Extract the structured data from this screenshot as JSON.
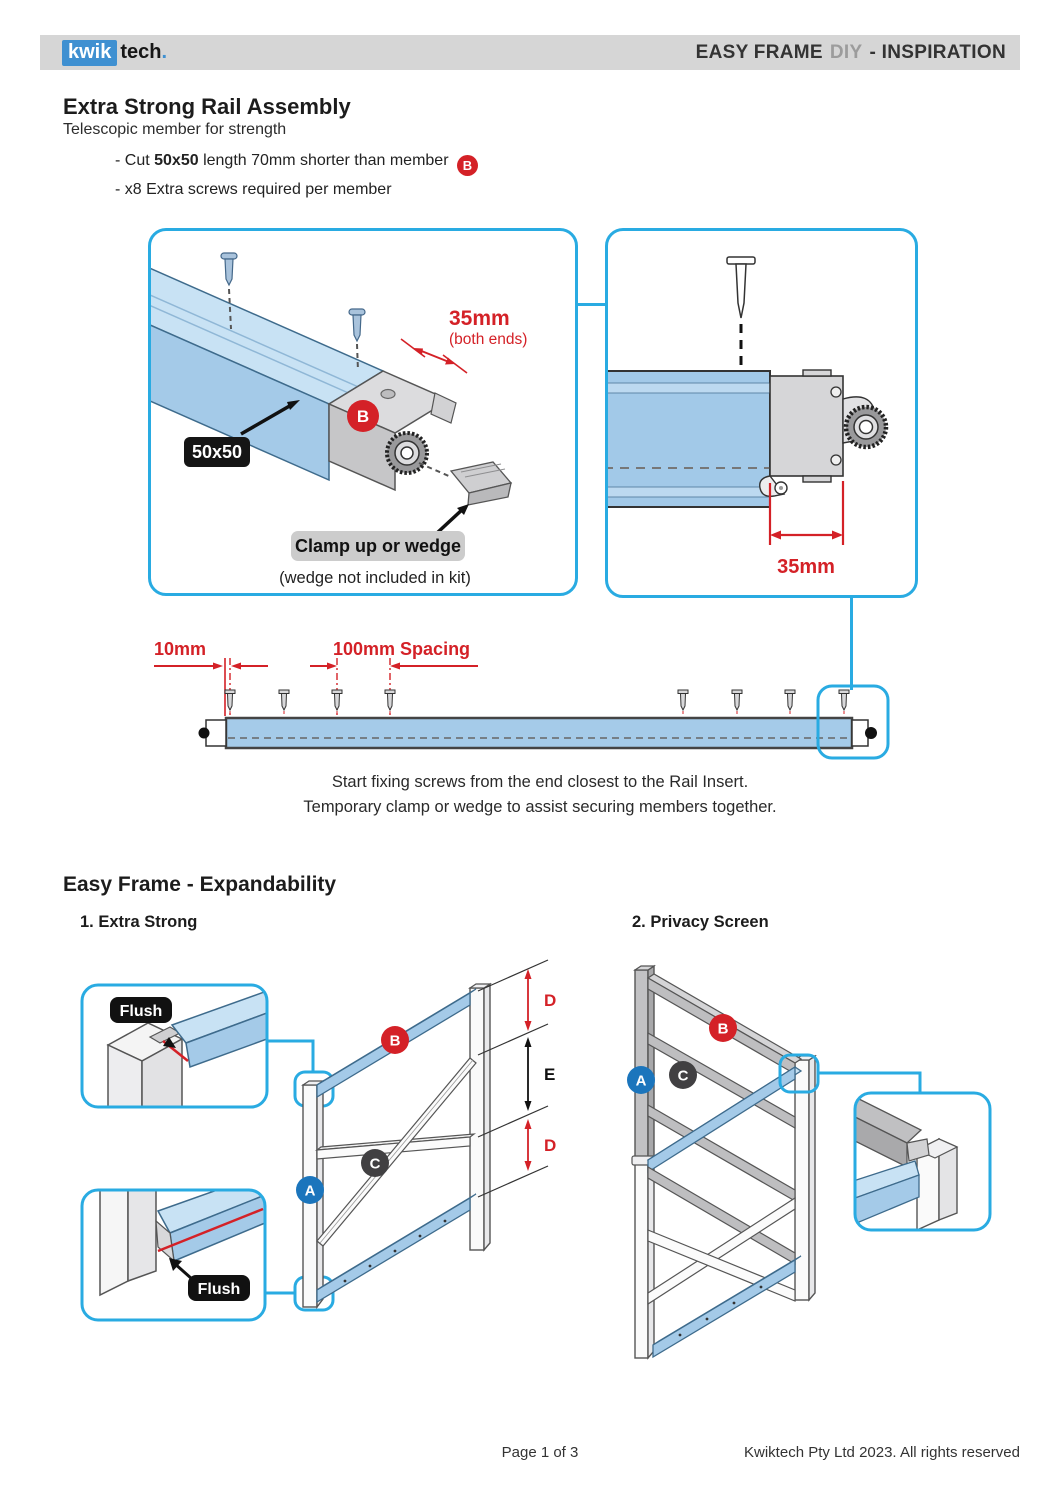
{
  "header": {
    "logo_kwik": "kwik",
    "logo_tech": "tech",
    "logo_dot": ".",
    "title_pre": "EASY FRAME",
    "title_diy": "DIY",
    "title_post": "- INSPIRATION"
  },
  "intro": {
    "title": "Extra Strong Rail Assembly",
    "subtitle": "Telescopic member for strength",
    "bullet1_pre": "- Cut ",
    "bullet1_bold": "50x50",
    "bullet1_post": " length 70mm shorter than member",
    "bullet2": "- x8 Extra screws required per member"
  },
  "badges": {
    "a": "A",
    "b": "B",
    "c": "C"
  },
  "assembly": {
    "dim_35mm": "35mm",
    "dim_both_ends": "(both ends)",
    "label_50x50": "50x50",
    "clamp_label": "Clamp up or wedge",
    "wedge_note": "(wedge not included in kit)",
    "dim_35mm_side": "35mm",
    "dim_10mm": "10mm",
    "dim_100mm": "100mm Spacing",
    "caption_line1": "Start fixing screws from the end closest to the Rail Insert.",
    "caption_line2": "Temporary clamp or wedge to assist securing members together."
  },
  "expandability": {
    "heading": "Easy Frame - Expandability",
    "item1": "1. Extra Strong",
    "item2": "2. Privacy Screen",
    "flush": "Flush",
    "dim_d": "D",
    "dim_e": "E"
  },
  "footer": {
    "page": "Page 1 of 3",
    "copyright": "Kwiktech Pty Ltd 2023. All rights reserved"
  },
  "colors": {
    "accent_cyan": "#29ABE2",
    "red": "#D42127",
    "badge_blue": "#1B75BC",
    "badge_dark": "#414042",
    "rail_blue": "#A4CAE8",
    "rail_blue_light": "#C8E2F4",
    "header_bar": "#D6D6D6",
    "logo_blue": "#3F90D1"
  }
}
